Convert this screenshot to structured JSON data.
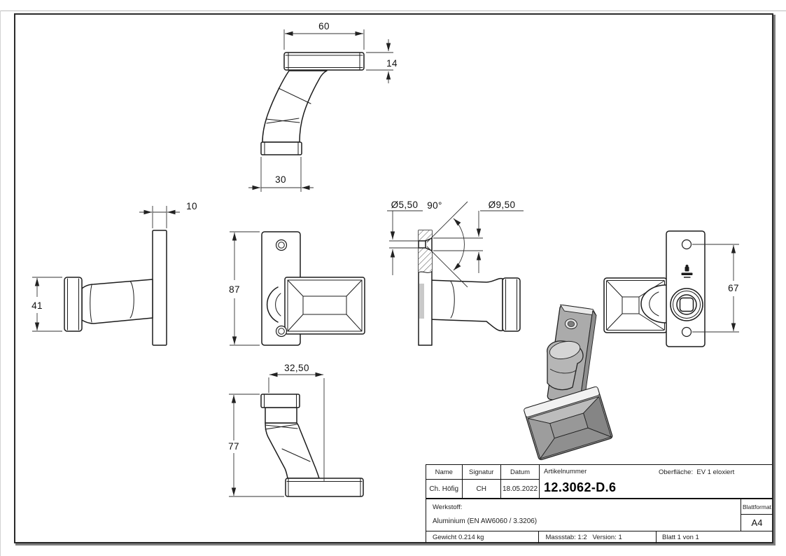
{
  "page": {
    "background": "#ffffff",
    "line_color": "#1c1c1c",
    "shadow_color": "#7d7d7d",
    "iso_gray": "#a9a9a9"
  },
  "dimensions": {
    "top_view": {
      "plate_width": "60",
      "plate_thickness": "14",
      "tube_width": "30"
    },
    "left_view": {
      "wall_plate_thickness": "10",
      "knob_height": "41"
    },
    "front_view": {
      "wall_plate_height": "87"
    },
    "section_view": {
      "hole_diameter": "Ø5,50",
      "countersink_angle": "90°",
      "countersink_diameter": "Ø9,50"
    },
    "back_view": {
      "hole_spacing": "67"
    },
    "bottom_view": {
      "horizontal_offset": "32,50",
      "bracket_height": "77"
    }
  },
  "title_block": {
    "name_label": "Name",
    "signature_label": "Signatur",
    "date_label": "Datum",
    "name_value": "Ch. Höfig",
    "signature_value": "CH",
    "date_value": "18.05.2022",
    "article_label": "Artikelnummer",
    "article_number": "12.3062-D.6",
    "surface_label": "Oberfläche:",
    "surface_value": "EV 1 eloxiert",
    "material_label": "Werkstoff:",
    "material_value": "Aluminium (EN AW6060 / 3.3206)",
    "sheet_format_label": "Blattformat",
    "sheet_format_value": "A4",
    "weight_text": "Gewicht 0.214 kg",
    "scale_text": "Massstab: 1:2",
    "version_text": "Version: 1",
    "sheet_text": "Blatt 1 von 1"
  }
}
